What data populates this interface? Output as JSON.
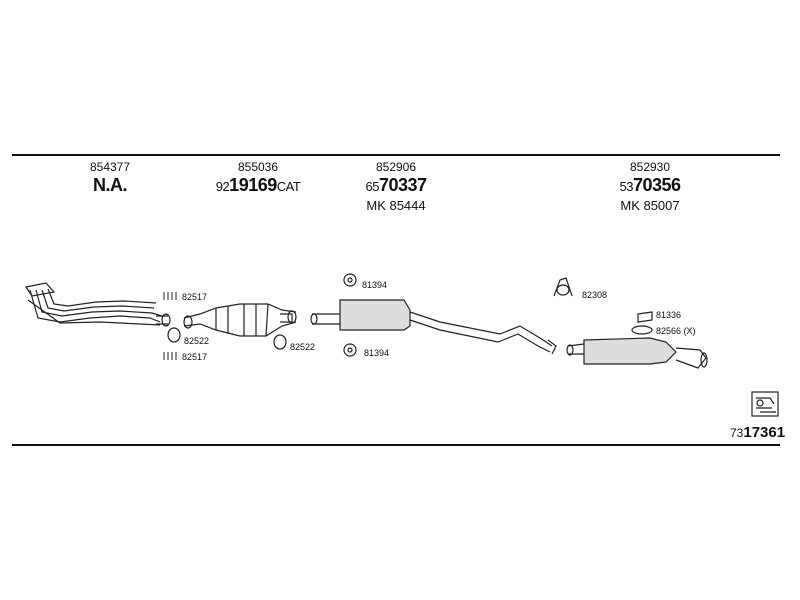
{
  "columns": [
    {
      "part_no": "854377",
      "main": "N.A.",
      "main_prefix": "",
      "main_suffix": "",
      "mk": ""
    },
    {
      "part_no": "855036",
      "main": "19169",
      "main_prefix": "92",
      "main_suffix": "CAT",
      "mk": ""
    },
    {
      "part_no": "852906",
      "main": "70337",
      "main_prefix": "65",
      "main_suffix": "",
      "mk": "MK  85444"
    },
    {
      "part_no": "852930",
      "main": "70356",
      "main_prefix": "53",
      "main_suffix": "",
      "mk": "MK  85007"
    }
  ],
  "labels": {
    "l82517a": "82517",
    "l82522a": "82522",
    "l82517b": "82517",
    "l82522b": "82522",
    "l81394a": "81394",
    "l81394b": "81394",
    "l82308": "82308",
    "l81336": "81336",
    "l82566": "82566 (X)"
  },
  "reference": {
    "prefix": "73",
    "number": "17361"
  }
}
